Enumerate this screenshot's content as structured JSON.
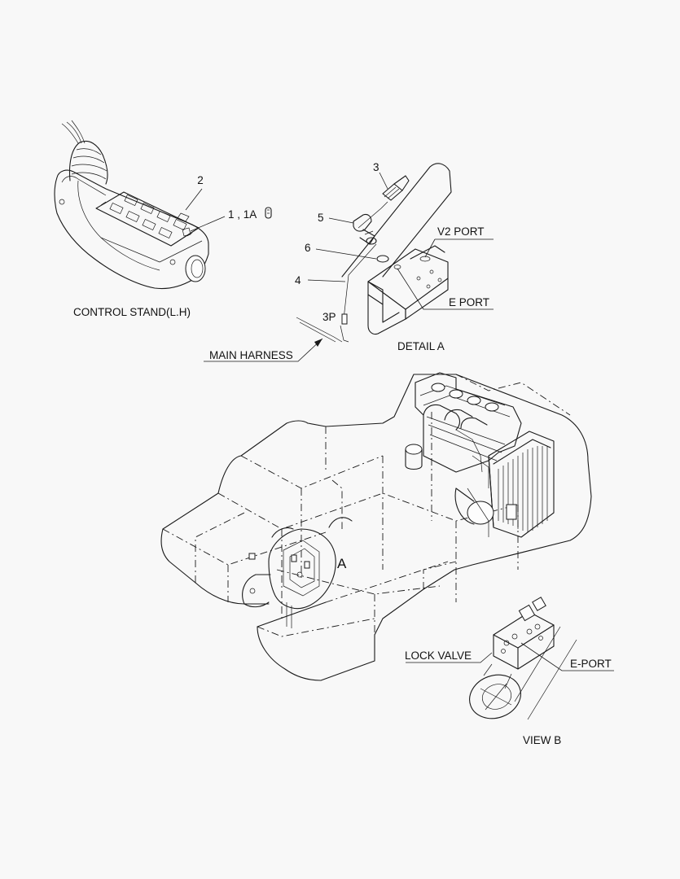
{
  "labels": {
    "control_stand": "CONTROL STAND(L.H)",
    "detail_a": "DETAIL  A",
    "main_harness": "MAIN HARNESS",
    "view_b": "VIEW  B",
    "v2_port": "V2 PORT",
    "e_port": "E PORT",
    "e_port_dash": "E-PORT",
    "lock_valve": "LOCK VALVE",
    "connector_3p": "3P",
    "detail_marker_a": "A"
  },
  "callouts": {
    "item_1_1a": "1 , 1A",
    "item_2": "2",
    "item_3": "3",
    "item_4": "4",
    "item_5": "5",
    "item_6": "6"
  },
  "colors": {
    "background": "#f8f8f8",
    "line": "#1a1a1a"
  }
}
